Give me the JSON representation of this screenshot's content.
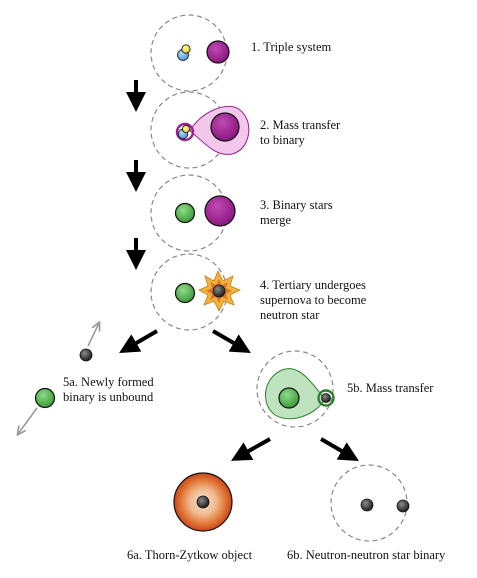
{
  "colors": {
    "orbit": "#888888",
    "outline": "#111111",
    "magenta": "#9b1f8f",
    "magenta_envelope": "#f3c6ec",
    "blue": "#6fb3e6",
    "yellow": "#f5e04a",
    "green": "#4fb04f",
    "green_envelope": "#bfe3bf",
    "neutron_star": "#3a3a3a",
    "supernova_outer": "#f0b63a",
    "supernova_inner": "#e0742c",
    "tzo_outer": "#d9561f",
    "tzo_inner": "#f1c8a8",
    "arrow": "#000000",
    "velocity_arrow": "#999999"
  },
  "stages": {
    "s1": [
      "1. Triple system"
    ],
    "s2": [
      "2. Mass transfer",
      "to binary"
    ],
    "s3": [
      "3. Binary stars",
      "merge"
    ],
    "s4": [
      "4. Tertiary undergoes",
      "supernova to become",
      "neutron star"
    ],
    "s5a": [
      "5a. Newly formed",
      "binary is unbound"
    ],
    "s5b": [
      "5b. Mass transfer"
    ],
    "s6a": [
      "6a. Thorn-Zytkow object"
    ],
    "s6b": [
      "6b. Neutron-neutron star binary"
    ]
  }
}
